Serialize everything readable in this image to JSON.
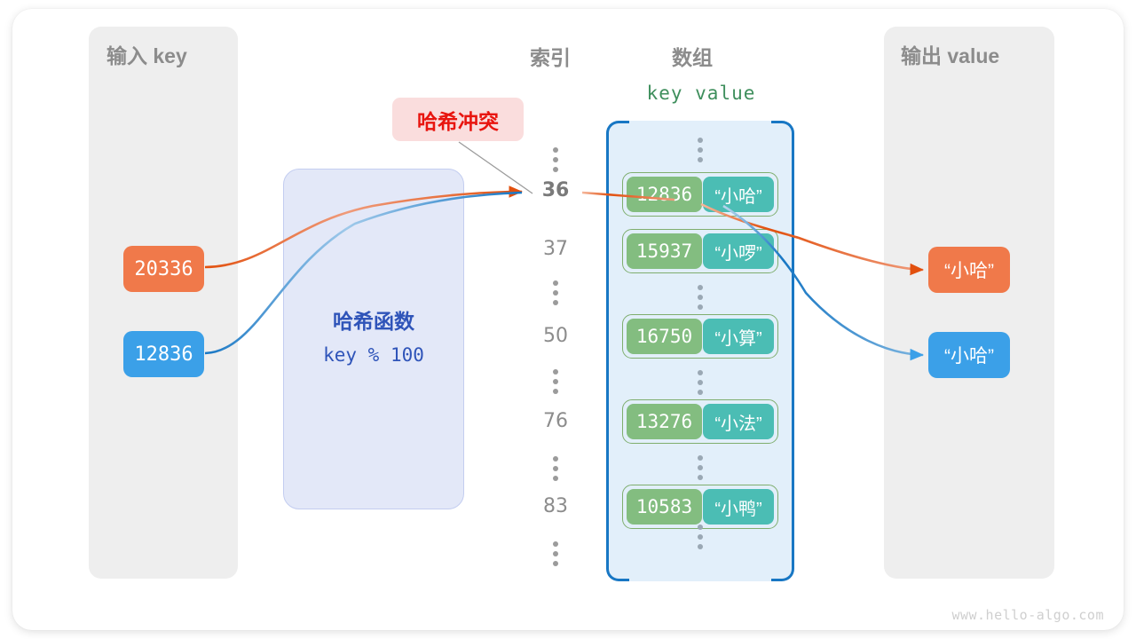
{
  "diagram": {
    "title_input": "输入 key",
    "title_output": "输出 value",
    "title_index": "索引",
    "title_array": "数组",
    "kv_header": "key  value",
    "watermark": "www.hello-algo.com"
  },
  "hash_function": {
    "name": "哈希函数",
    "expression": "key % 100"
  },
  "collision": {
    "label": "哈希冲突"
  },
  "inputs": [
    {
      "key": "20336",
      "color": "#f0794a"
    },
    {
      "key": "12836",
      "color": "#3ba0e8"
    }
  ],
  "outputs": [
    {
      "value": "“小哈”",
      "color": "#f0794a"
    },
    {
      "value": "“小哈”",
      "color": "#3ba0e8"
    }
  ],
  "index_column": [
    {
      "type": "dots",
      "label": "⋮",
      "highlight": false
    },
    {
      "type": "index",
      "label": "36",
      "highlight": true
    },
    {
      "type": "index",
      "label": "37",
      "highlight": false
    },
    {
      "type": "dots",
      "label": "⋮",
      "highlight": false
    },
    {
      "type": "index",
      "label": "50",
      "highlight": false
    },
    {
      "type": "dots",
      "label": "⋮",
      "highlight": false
    },
    {
      "type": "index",
      "label": "76",
      "highlight": false
    },
    {
      "type": "dots",
      "label": "⋮",
      "highlight": false
    },
    {
      "type": "index",
      "label": "83",
      "highlight": false
    },
    {
      "type": "dots",
      "label": "⋮",
      "highlight": false
    }
  ],
  "array_slots": [
    {
      "type": "dots"
    },
    {
      "type": "pair",
      "key": "12836",
      "value": "“小哈”"
    },
    {
      "type": "pair",
      "key": "15937",
      "value": "“小啰”"
    },
    {
      "type": "dots"
    },
    {
      "type": "pair",
      "key": "16750",
      "value": "“小算”"
    },
    {
      "type": "dots"
    },
    {
      "type": "pair",
      "key": "13276",
      "value": "“小法”"
    },
    {
      "type": "dots"
    },
    {
      "type": "pair",
      "key": "10583",
      "value": "“小鸭”"
    },
    {
      "type": "dots"
    }
  ],
  "colors": {
    "orange": "#e2500e",
    "blue": "#1877c4",
    "green_key": "#83bd80",
    "teal_value": "#4bbdb4",
    "array_fill": "#e2effa",
    "panel_grey": "#eeeeee",
    "hash_fill": "#e3e8f8",
    "hash_text": "#2f54b9",
    "collision_text": "#e8150f",
    "collision_fill": "#fadddd"
  }
}
